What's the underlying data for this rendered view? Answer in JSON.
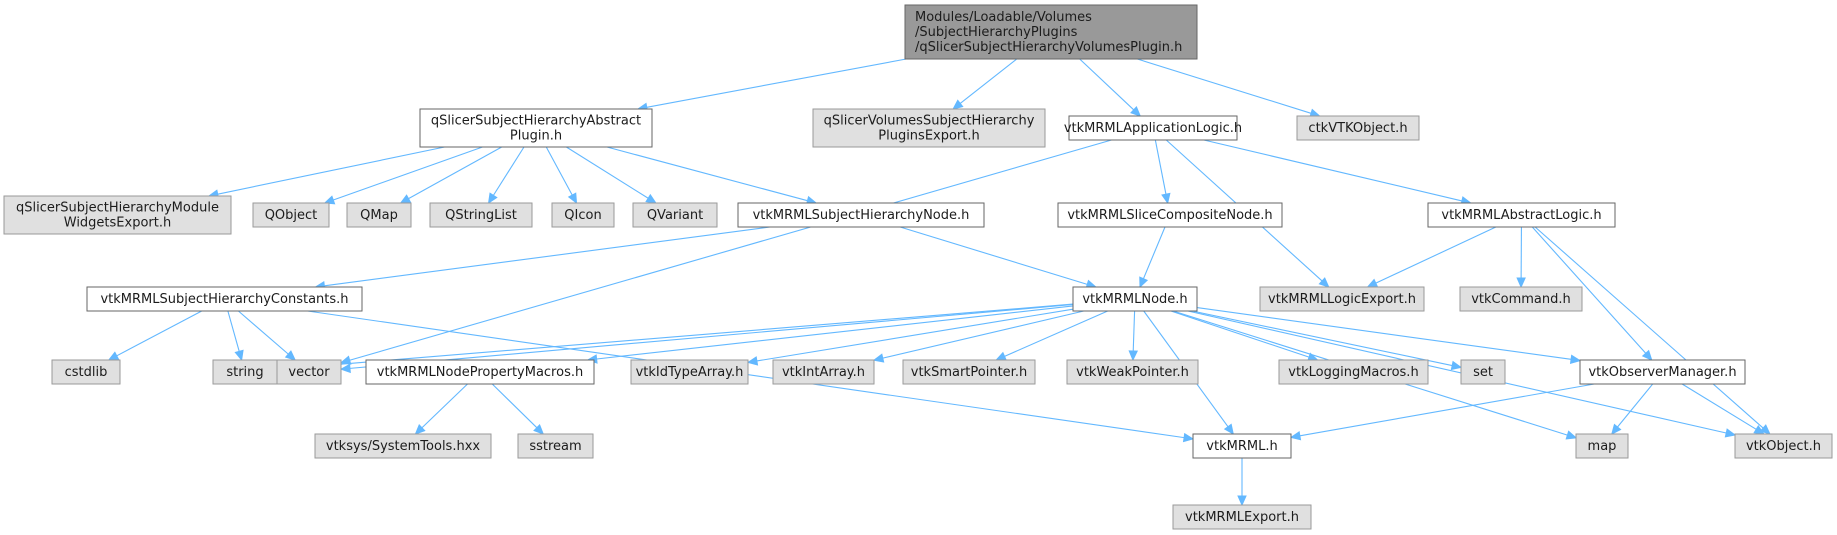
{
  "nodes": [
    {
      "id": "root",
      "lines": [
        "Modules/Loadable/Volumes",
        "/SubjectHierarchyPlugins",
        "/qSlicerSubjectHierarchyVolumesPlugin.h"
      ],
      "kind": "root"
    },
    {
      "id": "abstractPlugin",
      "lines": [
        "qSlicerSubjectHierarchyAbstract",
        "Plugin.h"
      ],
      "kind": "header"
    },
    {
      "id": "volumesExport",
      "lines": [
        "qSlicerVolumesSubjectHierarchy",
        "PluginsExport.h"
      ],
      "kind": "system"
    },
    {
      "id": "appLogic",
      "lines": [
        "vtkMRMLApplicationLogic.h"
      ],
      "kind": "header"
    },
    {
      "id": "ctkVTKObject",
      "lines": [
        "ctkVTKObject.h"
      ],
      "kind": "system"
    },
    {
      "id": "moduleWidgetsExport",
      "lines": [
        "qSlicerSubjectHierarchyModule",
        "WidgetsExport.h"
      ],
      "kind": "system"
    },
    {
      "id": "QObject",
      "lines": [
        "QObject"
      ],
      "kind": "system"
    },
    {
      "id": "QMap",
      "lines": [
        "QMap"
      ],
      "kind": "system"
    },
    {
      "id": "QStringList",
      "lines": [
        "QStringList"
      ],
      "kind": "system"
    },
    {
      "id": "QIcon",
      "lines": [
        "QIcon"
      ],
      "kind": "system"
    },
    {
      "id": "QVariant",
      "lines": [
        "QVariant"
      ],
      "kind": "system"
    },
    {
      "id": "shNode",
      "lines": [
        "vtkMRMLSubjectHierarchyNode.h"
      ],
      "kind": "header"
    },
    {
      "id": "sliceComposite",
      "lines": [
        "vtkMRMLSliceCompositeNode.h"
      ],
      "kind": "header"
    },
    {
      "id": "abstractLogic",
      "lines": [
        "vtkMRMLAbstractLogic.h"
      ],
      "kind": "header"
    },
    {
      "id": "shConstants",
      "lines": [
        "vtkMRMLSubjectHierarchyConstants.h"
      ],
      "kind": "header"
    },
    {
      "id": "mrmlNode",
      "lines": [
        "vtkMRMLNode.h"
      ],
      "kind": "header"
    },
    {
      "id": "logicExport",
      "lines": [
        "vtkMRMLLogicExport.h"
      ],
      "kind": "system"
    },
    {
      "id": "vtkCommand",
      "lines": [
        "vtkCommand.h"
      ],
      "kind": "system"
    },
    {
      "id": "cstdlib",
      "lines": [
        "cstdlib"
      ],
      "kind": "system"
    },
    {
      "id": "string",
      "lines": [
        "string"
      ],
      "kind": "system"
    },
    {
      "id": "vector",
      "lines": [
        "vector"
      ],
      "kind": "system"
    },
    {
      "id": "propMacros",
      "lines": [
        "vtkMRMLNodePropertyMacros.h"
      ],
      "kind": "header"
    },
    {
      "id": "idTypeArray",
      "lines": [
        "vtkIdTypeArray.h"
      ],
      "kind": "system"
    },
    {
      "id": "intArray",
      "lines": [
        "vtkIntArray.h"
      ],
      "kind": "system"
    },
    {
      "id": "smartPointer",
      "lines": [
        "vtkSmartPointer.h"
      ],
      "kind": "system"
    },
    {
      "id": "weakPointer",
      "lines": [
        "vtkWeakPointer.h"
      ],
      "kind": "system"
    },
    {
      "id": "loggingMacros",
      "lines": [
        "vtkLoggingMacros.h"
      ],
      "kind": "system"
    },
    {
      "id": "set",
      "lines": [
        "set"
      ],
      "kind": "system"
    },
    {
      "id": "observerManager",
      "lines": [
        "vtkObserverManager.h"
      ],
      "kind": "header"
    },
    {
      "id": "systemTools",
      "lines": [
        "vtksys/SystemTools.hxx"
      ],
      "kind": "system"
    },
    {
      "id": "sstream",
      "lines": [
        "sstream"
      ],
      "kind": "system"
    },
    {
      "id": "vtkMRML",
      "lines": [
        "vtkMRML.h"
      ],
      "kind": "header"
    },
    {
      "id": "map",
      "lines": [
        "map"
      ],
      "kind": "system"
    },
    {
      "id": "vtkObject",
      "lines": [
        "vtkObject.h"
      ],
      "kind": "system"
    },
    {
      "id": "mrmlExport",
      "lines": [
        "vtkMRMLExport.h"
      ],
      "kind": "system"
    }
  ],
  "edges": [
    [
      "root",
      "abstractPlugin"
    ],
    [
      "root",
      "volumesExport"
    ],
    [
      "root",
      "appLogic"
    ],
    [
      "root",
      "ctkVTKObject"
    ],
    [
      "abstractPlugin",
      "moduleWidgetsExport"
    ],
    [
      "abstractPlugin",
      "QObject"
    ],
    [
      "abstractPlugin",
      "QMap"
    ],
    [
      "abstractPlugin",
      "QStringList"
    ],
    [
      "abstractPlugin",
      "QIcon"
    ],
    [
      "abstractPlugin",
      "QVariant"
    ],
    [
      "abstractPlugin",
      "shNode"
    ],
    [
      "shNode",
      "shConstants"
    ],
    [
      "shNode",
      "mrmlNode"
    ],
    [
      "appLogic",
      "vector"
    ],
    [
      "appLogic",
      "sliceComposite"
    ],
    [
      "appLogic",
      "logicExport"
    ],
    [
      "appLogic",
      "abstractLogic"
    ],
    [
      "sliceComposite",
      "mrmlNode"
    ],
    [
      "abstractLogic",
      "logicExport"
    ],
    [
      "abstractLogic",
      "vtkCommand"
    ],
    [
      "abstractLogic",
      "observerManager"
    ],
    [
      "abstractLogic",
      "vtkObject"
    ],
    [
      "shConstants",
      "cstdlib"
    ],
    [
      "shConstants",
      "string"
    ],
    [
      "shConstants",
      "vector"
    ],
    [
      "shConstants",
      "vtkMRML"
    ],
    [
      "mrmlNode",
      "string"
    ],
    [
      "mrmlNode",
      "vector"
    ],
    [
      "mrmlNode",
      "propMacros"
    ],
    [
      "mrmlNode",
      "idTypeArray"
    ],
    [
      "mrmlNode",
      "intArray"
    ],
    [
      "mrmlNode",
      "smartPointer"
    ],
    [
      "mrmlNode",
      "weakPointer"
    ],
    [
      "mrmlNode",
      "loggingMacros"
    ],
    [
      "mrmlNode",
      "set"
    ],
    [
      "mrmlNode",
      "observerManager"
    ],
    [
      "mrmlNode",
      "vtkMRML"
    ],
    [
      "mrmlNode",
      "map"
    ],
    [
      "mrmlNode",
      "vtkObject"
    ],
    [
      "propMacros",
      "systemTools"
    ],
    [
      "propMacros",
      "sstream"
    ],
    [
      "observerManager",
      "vtkMRML"
    ],
    [
      "observerManager",
      "map"
    ],
    [
      "observerManager",
      "vtkObject"
    ],
    [
      "vtkMRML",
      "mrmlExport"
    ]
  ],
  "colors": {
    "edge": "#63b8ff",
    "root_fill": "#999999",
    "system_fill": "#e0e0e0",
    "header_fill": "#ffffff"
  }
}
